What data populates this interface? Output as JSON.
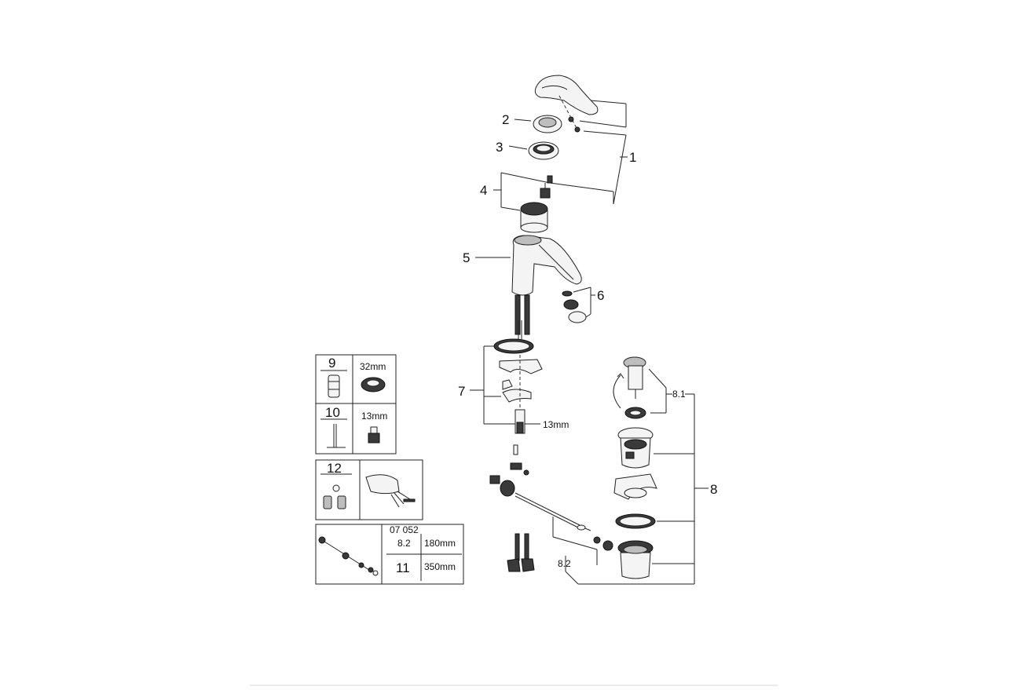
{
  "callouts": {
    "p1": "1",
    "p2": "2",
    "p3": "3",
    "p4": "4",
    "p5": "5",
    "p6": "6",
    "p7": "7",
    "p7_size": "13mm",
    "p8": "8",
    "p8_1": "8.1",
    "p8_2": "8.2"
  },
  "legend": {
    "box9": {
      "num": "9",
      "size": "32mm"
    },
    "box10": {
      "num": "10",
      "size": "13mm"
    },
    "box12": {
      "num": "12"
    },
    "table": {
      "code": "07 052",
      "rows": [
        {
          "item": "8.2",
          "length": "180mm"
        },
        {
          "item": "11",
          "length": "350mm"
        }
      ]
    }
  },
  "icons": [
    "lever-handle-icon",
    "cap-ring-icon",
    "collar-ring-icon",
    "cartridge-icon",
    "spout-body-icon",
    "aerator-icon",
    "mounting-set-icon",
    "waste-set-icon",
    "pop-up-rod-icon",
    "flex-hose-icon",
    "cartridge-tool-icon",
    "hex-key-icon",
    "nut-icon",
    "spray-aerator-icon"
  ]
}
